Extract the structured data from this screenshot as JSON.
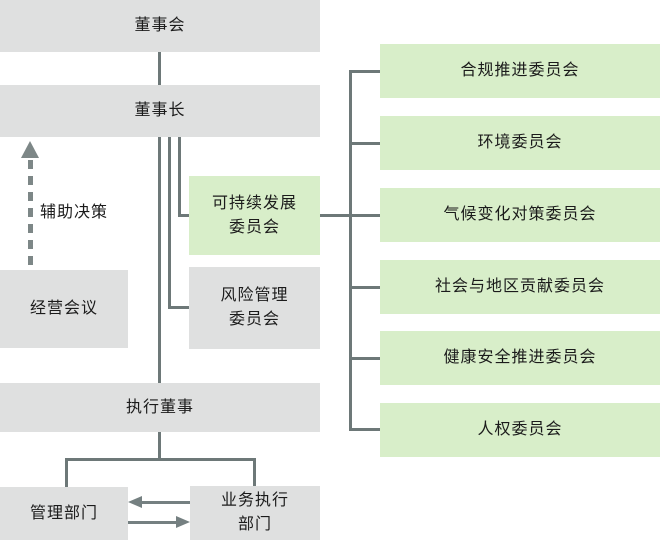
{
  "diagram": {
    "type": "org-chart",
    "palette": {
      "gray_box": "#dfe0e0",
      "green_box": "#d8eec9",
      "connector_line": "#6d7878",
      "arrow": "#758081",
      "dashed_arrow": "#7d8787",
      "text": "#1b1b1b",
      "background": "#ffffff"
    },
    "nodes": {
      "board": {
        "label": "董事会"
      },
      "chairman": {
        "label": "董事长"
      },
      "sustainability_committee": {
        "line1": "可持续发展",
        "line2": "委员会"
      },
      "risk_committee": {
        "line1": "风险管理",
        "line2": "委员会"
      },
      "management_meeting": {
        "label": "经营会议"
      },
      "executive_director": {
        "label": "执行董事"
      },
      "management_dept": {
        "label": "管理部门"
      },
      "business_exec_dept": {
        "line1": "业务执行",
        "line2": "部门"
      }
    },
    "annotations": {
      "auxiliary_decision": "辅助决策"
    },
    "committees": [
      {
        "label": "合规推进委员会"
      },
      {
        "label": "环境委员会"
      },
      {
        "label": "气候变化对策委员会"
      },
      {
        "label": "社会与地区贡献委员会"
      },
      {
        "label": "健康安全推进委员会"
      },
      {
        "label": "人权委员会"
      }
    ]
  }
}
